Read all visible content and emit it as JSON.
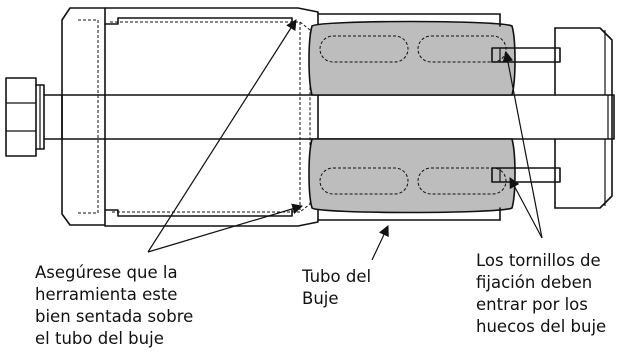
{
  "labels": {
    "tool_seated": [
      "Asegúrese que la",
      "herramienta este",
      "bien sentada sobre",
      "el tubo del buje"
    ],
    "bushing_tube": [
      "Tubo del",
      "Buje"
    ],
    "set_screws": [
      "Los tornillos de",
      "fijación deben",
      "entrar por los",
      "huecos del buje"
    ]
  },
  "colors": {
    "line": "#111111",
    "bushing_fill": "#bdbdbd",
    "background": "#ffffff"
  },
  "icons": [
    "arrowhead"
  ]
}
